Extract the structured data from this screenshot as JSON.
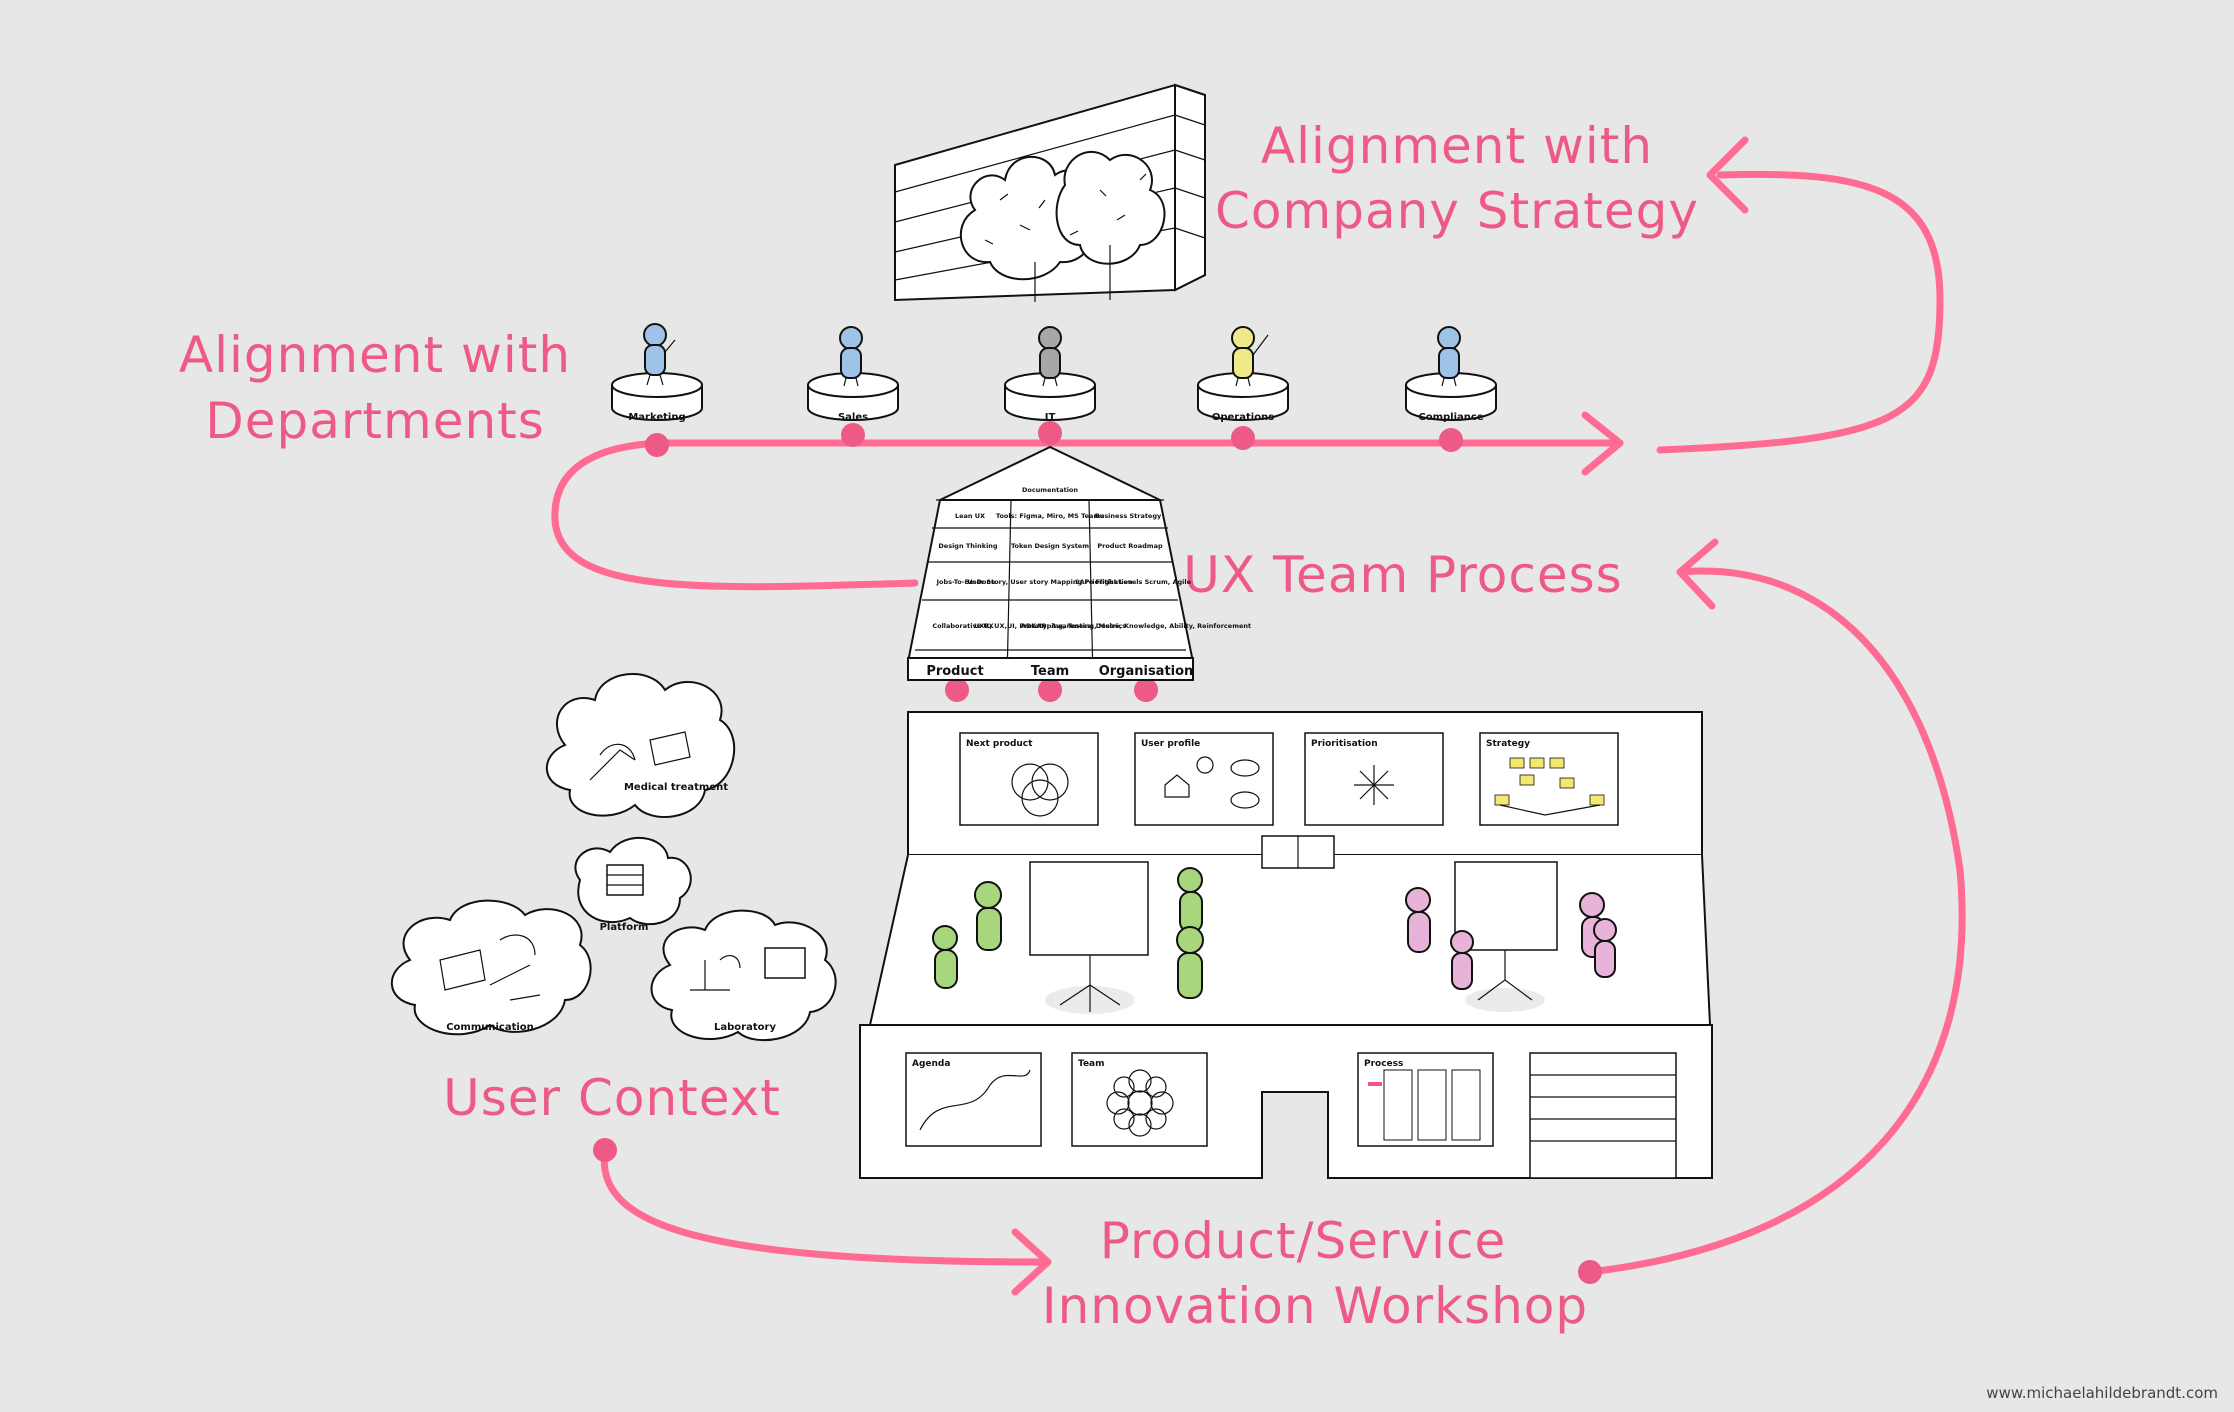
{
  "labels": {
    "company_strategy": [
      "Alignment with",
      "Company Strategy"
    ],
    "departments": [
      "Alignment with",
      "Departments"
    ],
    "ux_team_process": "UX Team Process",
    "user_context": "User Context",
    "workshop": [
      "Product/Service",
      "Innovation Workshop"
    ]
  },
  "departments": [
    "Marketing",
    "Sales",
    "IT",
    "Operations",
    "Compliance"
  ],
  "process_grid": {
    "top": [
      "",
      "Documentation",
      ""
    ],
    "rows": [
      [
        "Lean UX",
        "Tools: Figma, Miro, MS Teams",
        "Business Strategy"
      ],
      [
        "Design Thinking",
        "Token Design System",
        "Product Roadmap"
      ],
      [
        "Jobs-To-Be-Done",
        "User Story, User story Mapping Prioritisation",
        "SAFe Flight Levels Scrum, Agile"
      ],
      [
        "Collaborative UX",
        "UXR, UX,UI, Prototyping, Testing, Metrics",
        "ADKAR: Awareness, Desire, Knowledge, Ability, Reinforcement"
      ]
    ],
    "columns": [
      "Product",
      "Team",
      "Organisation"
    ]
  },
  "user_context": {
    "clouds": [
      "Medical treatment",
      "Platform",
      "Communication",
      "Laboratory"
    ]
  },
  "workshop_boards": {
    "upper": [
      "Next product",
      "User profile",
      "Prioritisation",
      "Strategy"
    ],
    "lower": [
      "Agenda",
      "Team",
      "Process"
    ]
  },
  "colors": {
    "accent": "#ff6b93",
    "text_accent": "#ee5a86",
    "background": "#e7e7e7",
    "figure_blue": "#9ec3e6",
    "figure_gray": "#a7a7a7",
    "figure_yellow": "#f0e98a",
    "figure_green": "#a7d67c",
    "figure_pink": "#e8b3d8"
  },
  "credit": "www.michaelahildebrandt.com"
}
